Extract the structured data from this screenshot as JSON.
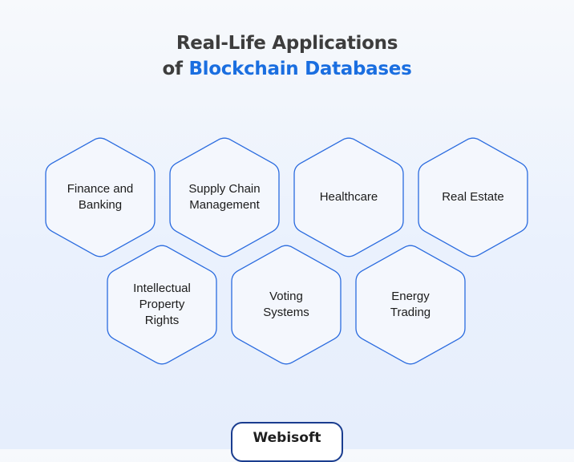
{
  "title": {
    "line1": "Real-Life Applications",
    "line2_prefix": "of ",
    "line2_accent": "Blockchain Databases"
  },
  "applications": [
    {
      "label": "Finance and\nBanking"
    },
    {
      "label": "Supply Chain\nManagement"
    },
    {
      "label": "Healthcare"
    },
    {
      "label": "Real Estate"
    },
    {
      "label": "Intellectual\nProperty\nRights"
    },
    {
      "label": "Voting\nSystems"
    },
    {
      "label": "Energy\nTrading"
    }
  ],
  "brand": {
    "name": "Webisoft"
  },
  "colors": {
    "accent": "#1a6ee0",
    "hex_border": "#2a6bdf",
    "hex_fill": "#f4f7fd",
    "title": "#3d3d3d"
  }
}
